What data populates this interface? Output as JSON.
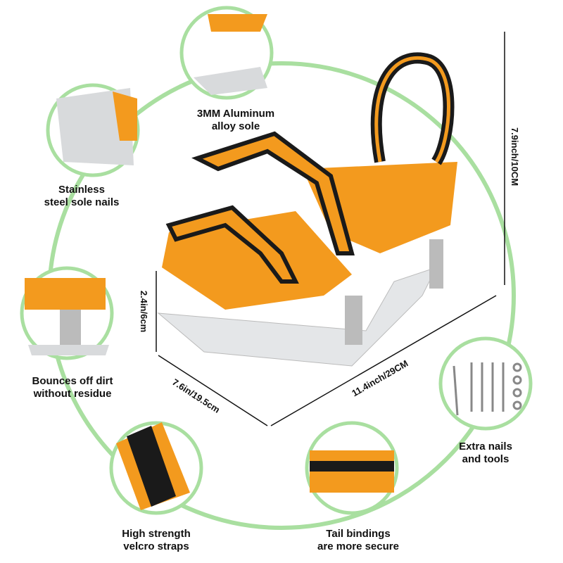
{
  "features": [
    {
      "line1": "3MM Aluminum",
      "line2": "alloy sole"
    },
    {
      "line1": "Stainless",
      "line2": "steel sole nails"
    },
    {
      "line1": "Bounces off dirt",
      "line2": "without residue"
    },
    {
      "line1": "High strength",
      "line2": "velcro straps"
    },
    {
      "line1": "Tail bindings",
      "line2": "are more secure"
    },
    {
      "line1": "Extra nails",
      "line2": "and tools"
    }
  ],
  "dimensions": {
    "height_total": "7.9inch/10CM",
    "height_base": "2.4in/6cm",
    "width": "7.6in/19.5cm",
    "length": "11.4inch/29CM"
  },
  "colors": {
    "accent": "#f39a1e",
    "ring": "#a9dfa0",
    "strap": "#1a1a1a",
    "metal": "#d8dadc"
  }
}
